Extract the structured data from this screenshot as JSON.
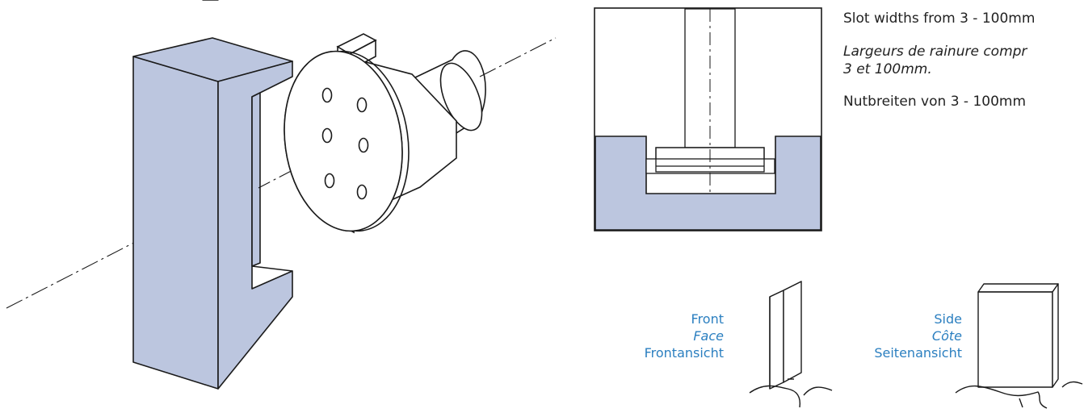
{
  "description": {
    "en": "Slot widths from 3 - 100mm",
    "fr_line1": "Largeurs de rainure  compr",
    "fr_line2": "3 et 100mm.",
    "de": "Nutbreiten von 3 - 100mm"
  },
  "views": {
    "front": {
      "en": "Front",
      "fr": "Face",
      "de": "Frontansicht"
    },
    "side": {
      "en": "Side",
      "fr": "Côte",
      "de": "Seitenansicht"
    }
  },
  "colors": {
    "workpiece_fill": "#bcc6df",
    "line": "#1a1a1a",
    "label_blue": "#2b7fc0"
  }
}
